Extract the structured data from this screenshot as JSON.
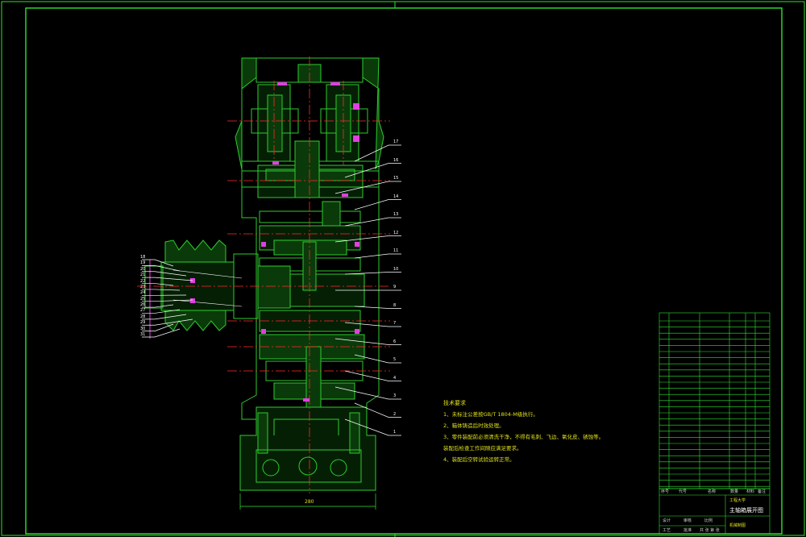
{
  "drawing": {
    "title": "机械制图",
    "tech_notes": {
      "heading": "技术要求",
      "lines": [
        "1、未标注公差按GB/T 1804-M级执行。",
        "2、箱体铸造后时效处理。",
        "3、零件装配前必须清洗干净，不得有毛刺、飞边、氧化皮、锈蚀等。",
        "装配后检查工作间隙应满足要求。",
        "4、装配后空转试验运转正常。"
      ]
    },
    "dimension_bottom": "280",
    "part_callouts": [
      "17",
      "16",
      "15",
      "14",
      "13",
      "12",
      "11",
      "10",
      "9",
      "8",
      "7",
      "6",
      "5",
      "4",
      "3",
      "2",
      "1"
    ],
    "left_callouts": [
      "18",
      "19",
      "20",
      "21",
      "22",
      "23",
      "24",
      "25",
      "26",
      "27",
      "28",
      "29",
      "30",
      "31"
    ],
    "title_block": {
      "header": [
        "序号",
        "代号",
        "名称",
        "数量",
        "材料",
        "备注"
      ],
      "company": "工程大学",
      "drawing_name": "主轴箱展开图",
      "labels": [
        "设计",
        "审核",
        "工艺",
        "批准",
        "比例",
        "共 张 第 张"
      ]
    },
    "colors": {
      "frame": "#2ee52e",
      "section": "#2ecc2e",
      "centerline": "#ff2a2a",
      "text": "#dfe01c",
      "leader": "#ffffff",
      "accent": "#e23ee2"
    }
  }
}
